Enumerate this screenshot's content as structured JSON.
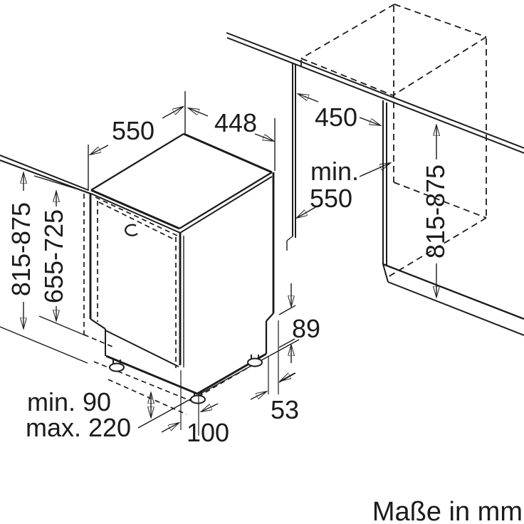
{
  "diagram": {
    "unit_note": "Maße in mm",
    "dimensions": {
      "appliance_depth": "550",
      "appliance_width": "448",
      "niche_width": "450",
      "niche_depth_prefix": "min.",
      "niche_depth_value": "550",
      "niche_height": "815-875",
      "appliance_height": "815-875",
      "door_panel_height": "655-725",
      "base_recess_height": "89",
      "base_recess_depth": "53",
      "foot_setback": "100",
      "plinth_min": "min. 90",
      "plinth_max": "max. 220"
    },
    "colors": {
      "line": "#1b1b1b",
      "background": "#ffffff"
    }
  }
}
